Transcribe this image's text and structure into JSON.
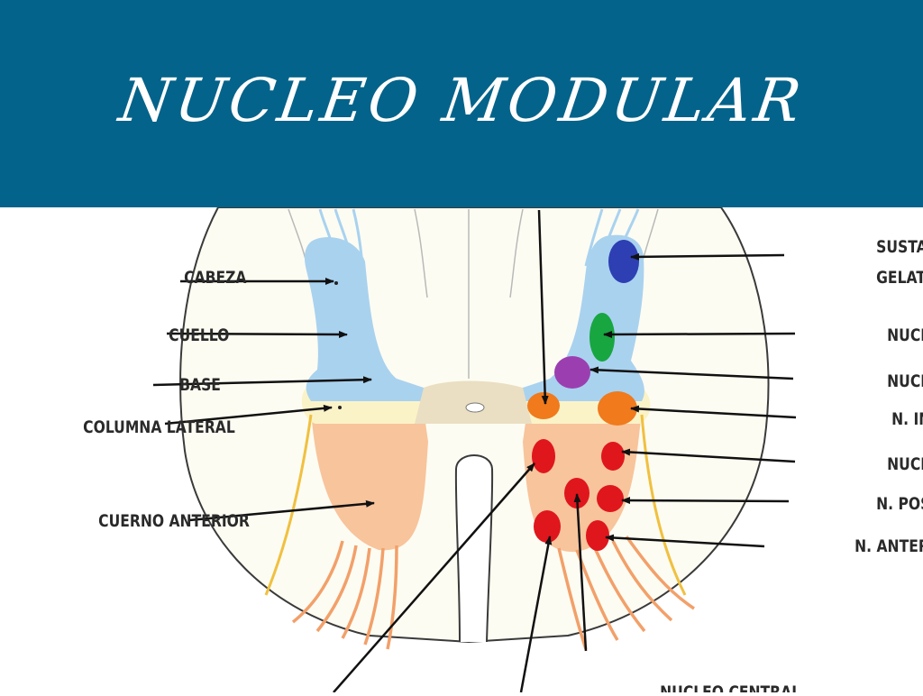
{
  "slide": {
    "title": "NUCLEO MODULAR"
  },
  "labels_left": {
    "cabeza": "CABEZA",
    "cuello": "CUELLO",
    "base": "BASE",
    "columna_lateral": "COLUMNA LATERAL",
    "cuerno_anterior": "CUERNO ANTERIOR"
  },
  "labels_right": {
    "sustancia_1": "SUSTANCIA",
    "sustancia_2": "GELATINOSA",
    "nucleo_prop": "NUCLEO PROP",
    "nucleo_dors": "NUCLEO DORS",
    "n_intermedi": "N. INTERMEDI",
    "nucleo_rpl": "NUCLEO R. P. L",
    "n_posterolat": "N. POSTEROLATE",
    "n_anterolateral": "N. ANTEROLATERAL"
  },
  "labels_bottom": {
    "nucleo_central": "NUCLEO CENTRAL"
  },
  "colors": {
    "banner": "#04638a",
    "dorsal_horn": "#a9d2ef",
    "intermediate_zone": "#fbf3c8",
    "ventral_horn": "#f8c49c",
    "gray_commissure": "#eadfc2",
    "sustancia_gelatinosa": "#2d3fb3",
    "nucleo_propio": "#18a641",
    "nucleo_dorsal": "#9b3fb0",
    "orange_nuclei": "#f07a1c",
    "red_nuclei": "#e0161d",
    "nerve_roots": "#f2a06a",
    "lateral_fibers": "#f0c040"
  }
}
